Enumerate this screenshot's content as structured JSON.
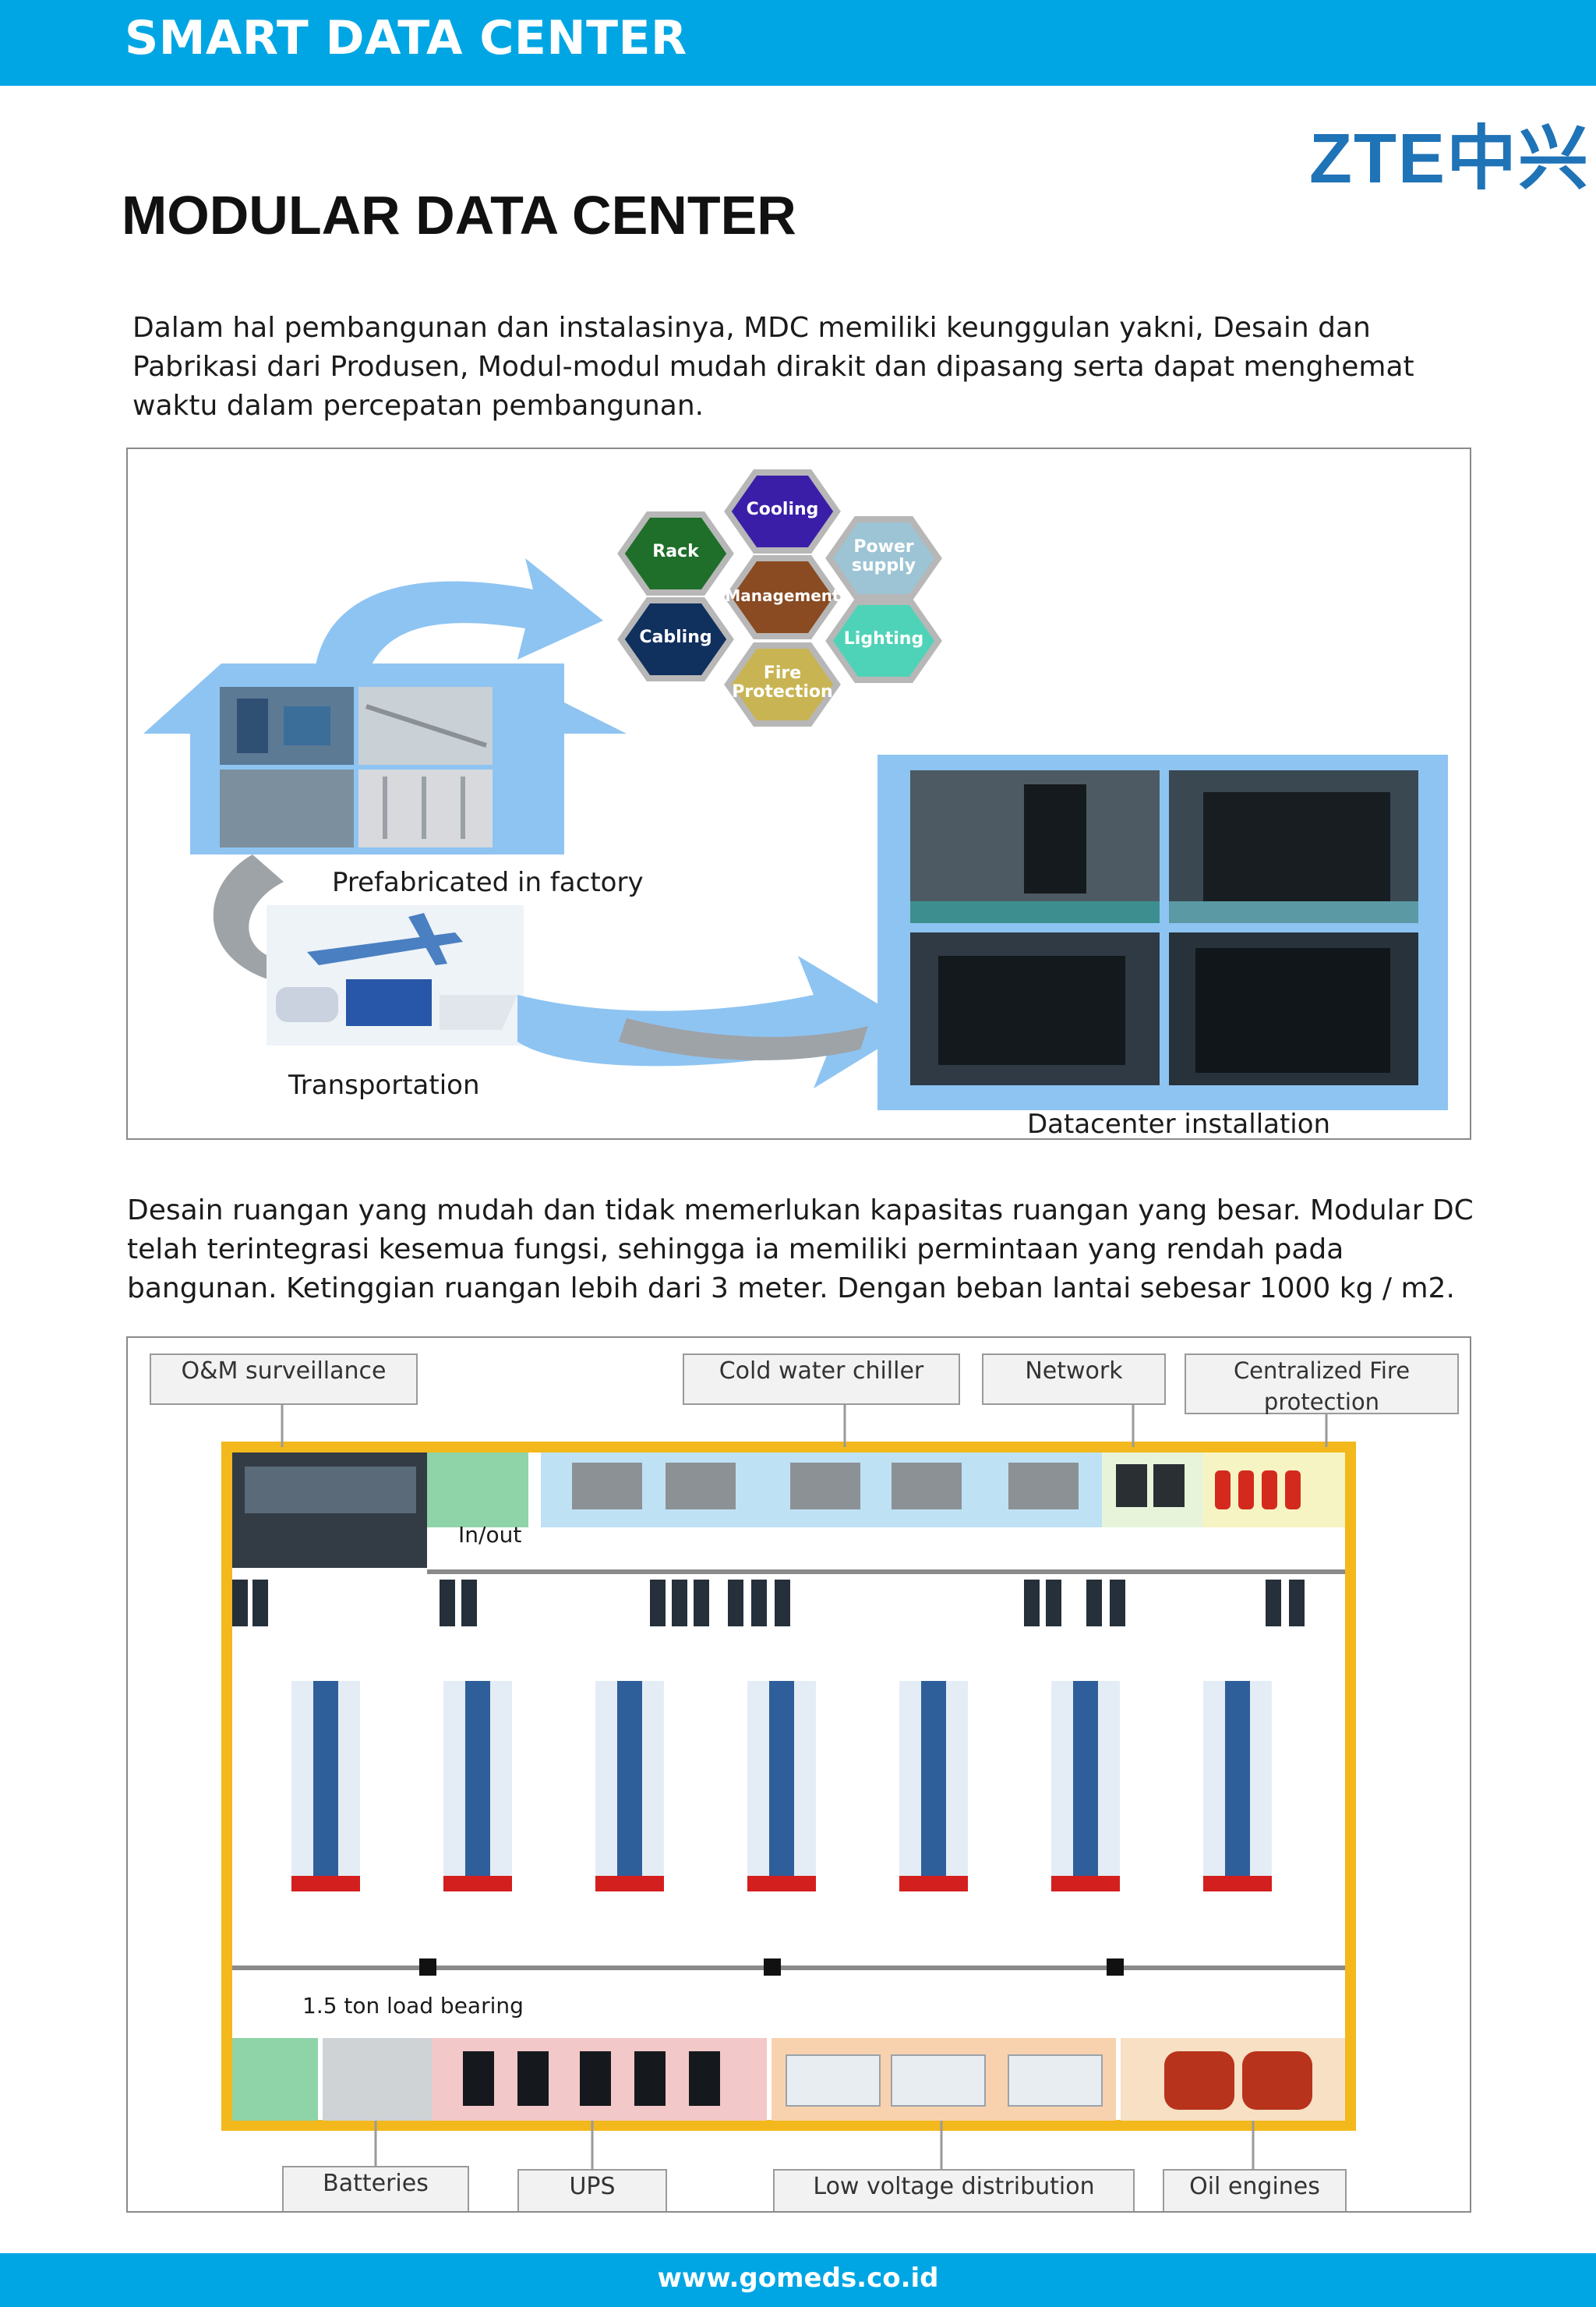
{
  "header": {
    "title": "SMART DATA CENTER",
    "brand_color": "#00a6e4"
  },
  "logo": {
    "text": "ZTE中兴",
    "color": "#1f73b7"
  },
  "page_title": "MODULAR DATA CENTER",
  "intro_paragraph": "Dalam hal pembangunan dan instalasinya, MDC memiliki keunggulan yakni, Desain dan Pabrikasi dari Produsen, Modul-modul mudah dirakit dan dipasang serta dapat menghemat waktu dalam percepatan pembangunan.",
  "figure1": {
    "hexagons": [
      {
        "label": "Cooling",
        "color": "#3a1ea8"
      },
      {
        "label": "Rack",
        "color": "#1f6e2a"
      },
      {
        "label": "Power supply",
        "color": "#9cc4d4"
      },
      {
        "label": "Management",
        "color": "#8a4b22"
      },
      {
        "label": "Cabling",
        "color": "#10305e"
      },
      {
        "label": "Lighting",
        "color": "#4fd3b8"
      },
      {
        "label": "Fire Protection",
        "color": "#c9b453"
      }
    ],
    "captions": {
      "factory": "Prefabricated in factory",
      "transport": "Transportation",
      "install": "Datacenter installation"
    }
  },
  "second_paragraph": "Desain ruangan yang mudah dan tidak memerlukan kapasitas ruangan yang besar. Modular DC telah terintegrasi kesemua fungsi, sehingga ia memiliki permintaan yang rendah pada bangunan. Ketinggian ruangan lebih dari 3 meter. Dengan beban lantai sebesar 1000 kg / m2.",
  "figure2": {
    "top_labels": {
      "om": "O&M surveillance",
      "chiller": "Cold water chiller",
      "network": "Network",
      "fire": "Centralized Fire protection"
    },
    "bottom_labels": {
      "batteries": "Batteries",
      "ups": "UPS",
      "lowvoltage": "Low voltage distribution",
      "oil": "Oil engines"
    },
    "inner_labels": {
      "inout": "In/out",
      "load": "1.5 ton load bearing"
    }
  },
  "footer": {
    "url": "www.gomeds.co.id"
  }
}
